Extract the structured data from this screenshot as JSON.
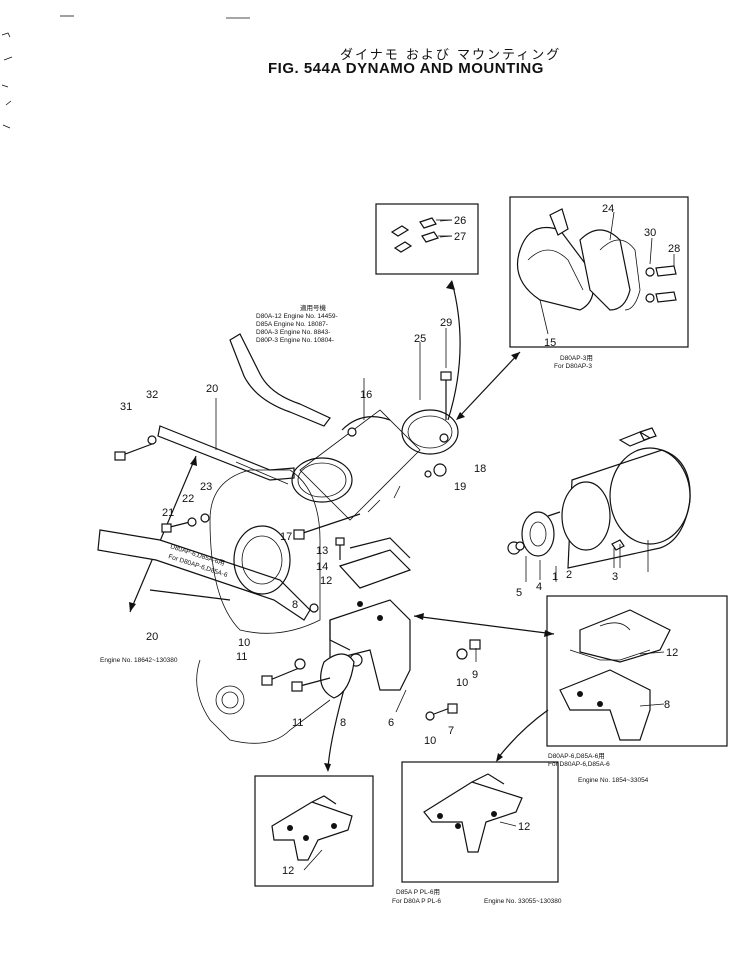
{
  "header": {
    "title_japanese": "ダイナモ および マウンティング",
    "title": "FIG. 544A  DYNAMO AND MOUNTING"
  },
  "callouts": {
    "c1": "1",
    "c2": "2",
    "c3": "3",
    "c4": "4",
    "c5": "5",
    "c6": "6",
    "c7": "7",
    "c8a": "8",
    "c8b": "8",
    "c8c": "8",
    "c9": "9",
    "c10a": "10",
    "c10b": "10",
    "c10c": "10",
    "c11a": "11",
    "c11b": "11",
    "c12a": "12",
    "c12b": "12",
    "c12c": "12",
    "c12d": "12",
    "c13": "13",
    "c14": "14",
    "c15": "15",
    "c16": "16",
    "c17": "17",
    "c18": "18",
    "c19": "19",
    "c20a": "20",
    "c20b": "20",
    "c21": "21",
    "c22": "22",
    "c23": "23",
    "c24": "24",
    "c25": "25",
    "c26": "26",
    "c27": "27",
    "c28": "28",
    "c29": "29",
    "c30": "30",
    "c31": "31",
    "c32": "32"
  },
  "notes": {
    "applicability_block": [
      "D80A-12  Engine No. 14459-",
      "D85A      Engine No. 18087-",
      "D80A-3   Engine No. 8843-",
      "D80P-3   Engine No. 10804-"
    ],
    "applicability_jp": "適用号機",
    "inset_top_label_1": "D80AP-3用",
    "inset_top_label_2": "For D80AP-3",
    "bracket20_label_1": "D80AP-6,D85A-6用",
    "bracket20_label_2": "For D80AP-6,D85A-6",
    "bracket20_engine": "Engine No. 18642~130380",
    "inset_right_label_1": "D80AP-6,D85A-6用",
    "inset_right_label_2": "For D80AP-6,D85A-6",
    "inset_right_engine": "Engine No. 1854~33054",
    "inset_bottom_label_1": "D85A P PL-6用",
    "inset_bottom_label_2": "For D80A P PL-6",
    "inset_bottom_engine": "Engine No. 33055~130380"
  }
}
